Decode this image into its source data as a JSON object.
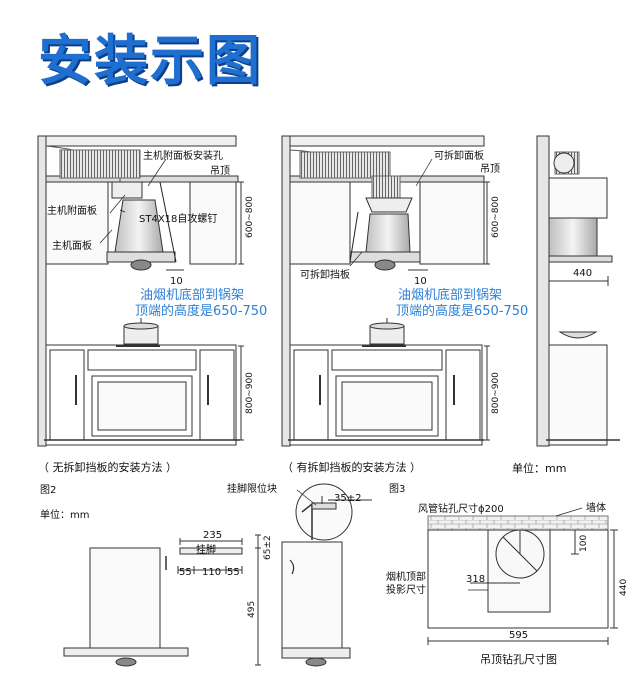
{
  "title": "安装示图",
  "panel_a": {
    "label_mount_hole": "主机附面板安装孔",
    "label_ceiling": "吊顶",
    "label_attach_plate": "主机附面板",
    "label_screw": "ST4X18自攻螺钉",
    "label_front_plate": "主机面板",
    "dim_height": "600~800",
    "dim_gap": "10",
    "dim_cabinet": "800~900",
    "note_line1": "油烟机底部到锅架",
    "note_line2": "顶端的高度是650-750",
    "caption": "（ 无拆卸挡板的安装方法 ）"
  },
  "panel_b": {
    "label_removable_face": "可拆卸面板",
    "label_ceiling": "吊顶",
    "label_removable_baffle": "可拆卸挡板",
    "dim_height": "600~800",
    "dim_gap": "10",
    "dim_cabinet": "800~900",
    "note_line1": "油烟机底部到锅架",
    "note_line2": "顶端的高度是650-750",
    "caption": "（ 有拆卸挡板的安装方法 ）"
  },
  "panel_c": {
    "dim_depth": "440",
    "unit": "单位：mm"
  },
  "fig2": {
    "fig_label": "图2",
    "unit": "单位：mm",
    "label_hook": "挂脚",
    "label_hook_limit": "挂脚限位块",
    "dim_total_width": "235",
    "dim_left": "55",
    "dim_mid": "110",
    "dim_right": "55",
    "dim_hook_height": "65±2",
    "dim_body_height": "495",
    "dim_hook_gap": "35±2"
  },
  "fig3": {
    "fig_label": "图3",
    "label_duct_hole": "风管钻孔尺寸ϕ200",
    "label_wall": "墙体",
    "label_projection_line1": "烟机顶部",
    "label_projection_line2": "投影尺寸",
    "dim_wall_offset": "100",
    "dim_offset_x": "318",
    "dim_depth": "440",
    "dim_width": "595",
    "caption": "吊顶钻孔尺寸图"
  }
}
